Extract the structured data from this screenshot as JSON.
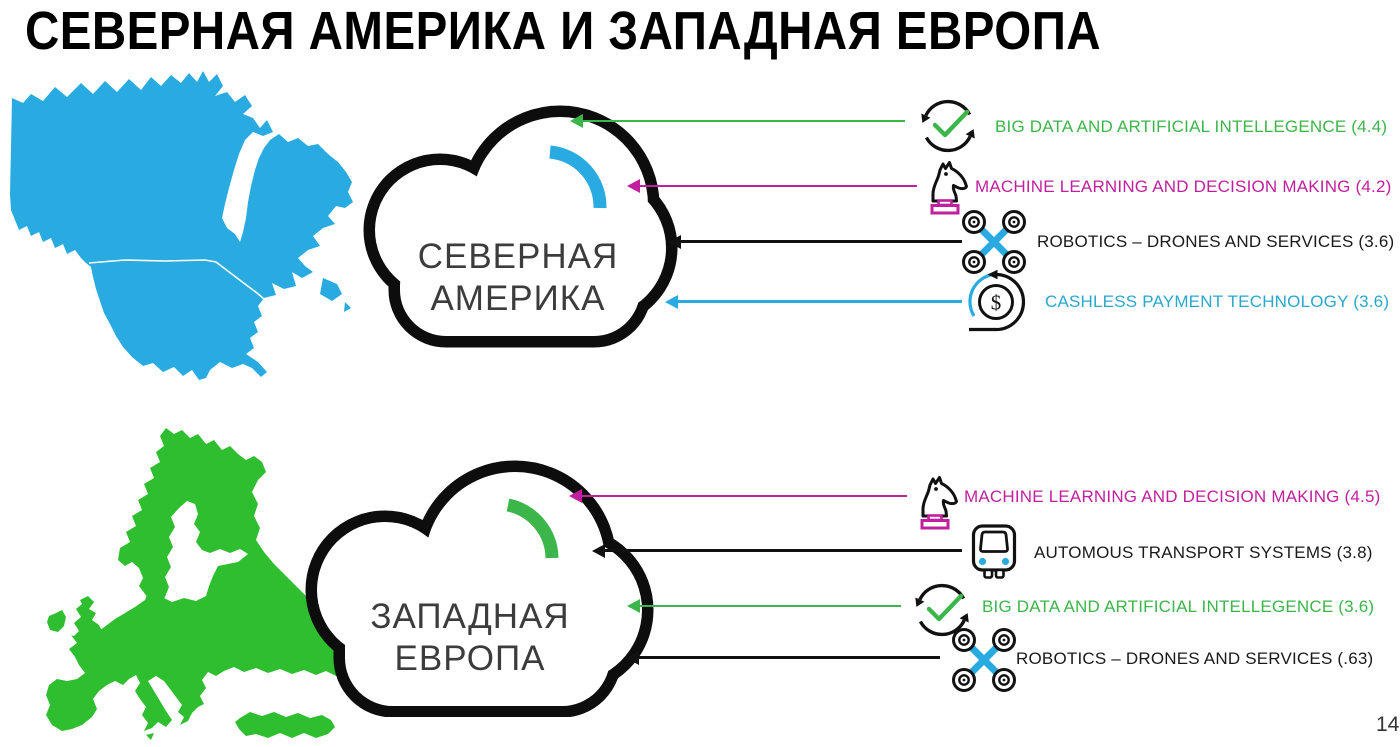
{
  "slide": {
    "title": "СЕВЕРНАЯ АМЕРИКА И ЗАПАДНАЯ ЕВРОПА",
    "page_number": "14"
  },
  "colors": {
    "map_blue": "#29ABE2",
    "map_green": "#2FBE2F",
    "accent_green": "#3CB54A",
    "accent_magenta": "#C11F9E",
    "accent_cyan_text": "#2AA8CC",
    "accent_cyan": "#29ABE2",
    "text_black": "#1A1A1A"
  },
  "icons": {
    "dollar_glyph": "$"
  },
  "regions": [
    {
      "id": "north-america",
      "cloud_lines": [
        "СЕВЕРНАЯ",
        "АМЕРИКА"
      ],
      "technologies": [
        {
          "label": "BIG DATA AND ARTIFICIAL INTELLEGENCE (4.4)",
          "value": "4.4",
          "icon": "sync-check-icon",
          "color": "#3CB54A"
        },
        {
          "label": "MACHINE LEARNING AND DECISION MAKING (4.2)",
          "value": "4.2",
          "icon": "chess-knight-icon",
          "color": "#C11F9E"
        },
        {
          "label": "ROBOTICS – DRONES AND SERVICES (3.6)",
          "value": "3.6",
          "icon": "drone-icon",
          "color": "#1A1A1A"
        },
        {
          "label": "CASHLESS PAYMENT TECHNOLOGY (3.6)",
          "value": "3.6",
          "icon": "cashless-payment-icon",
          "color": "#2AA8CC"
        }
      ]
    },
    {
      "id": "western-europe",
      "cloud_lines": [
        "ЗАПАДНАЯ",
        "ЕВРОПА"
      ],
      "technologies": [
        {
          "label": "MACHINE LEARNING AND DECISION MAKING (4.5)",
          "value": "4.5",
          "icon": "chess-knight-icon",
          "color": "#C11F9E"
        },
        {
          "label": "AUTOMOUS TRANSPORT SYSTEMS (3.8)",
          "value": "3.8",
          "icon": "bus-icon",
          "color": "#1A1A1A"
        },
        {
          "label": "BIG DATA AND ARTIFICIAL INTELLEGENCE (3.6)",
          "value": "3.6",
          "icon": "sync-check-icon",
          "color": "#3CB54A"
        },
        {
          "label": "ROBOTICS – DRONES AND SERVICES (.63)",
          "value": ".63",
          "icon": "drone-icon",
          "color": "#1A1A1A"
        }
      ]
    }
  ]
}
